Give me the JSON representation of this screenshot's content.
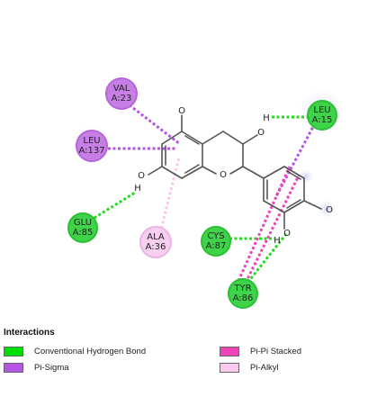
{
  "residues": [
    {
      "id": "val23",
      "name": "VAL",
      "num": "A:23",
      "fill": "#c77fe6",
      "stroke": "#b466d8"
    },
    {
      "id": "leu137",
      "name": "LEU",
      "num": "A:137",
      "fill": "#c77fe6",
      "stroke": "#b466d8"
    },
    {
      "id": "leu15",
      "name": "LEU",
      "num": "A:15",
      "fill": "#3fd34a",
      "stroke": "#2bbf35"
    },
    {
      "id": "glu85",
      "name": "GLU",
      "num": "A:85",
      "fill": "#3fd34a",
      "stroke": "#2bbf35"
    },
    {
      "id": "ala36",
      "name": "ALA",
      "num": "A:36",
      "fill": "#f7cff0",
      "stroke": "#ebb4e2"
    },
    {
      "id": "cys87",
      "name": "CYS",
      "num": "A:87",
      "fill": "#3fd34a",
      "stroke": "#2bbf35"
    },
    {
      "id": "tyr86",
      "name": "TYR",
      "num": "A:86",
      "fill": "#3fd34a",
      "stroke": "#2bbf35"
    }
  ],
  "atoms": {
    "o_top": "O",
    "o_ring": "O",
    "o_oh": "O",
    "h_oh": "H",
    "o_left": "O",
    "h_left": "H",
    "o_b1": "O",
    "h_b1": "H",
    "o_b2": "O"
  },
  "legend": {
    "title": "Interactions",
    "items": [
      {
        "label": "Conventional Hydrogen Bond",
        "color": "#00e000"
      },
      {
        "label": "Pi-Sigma",
        "color": "#b455e6"
      },
      {
        "label": "Pi-Pi Stacked",
        "color": "#ee44b8"
      },
      {
        "label": "Pi-Alkyl",
        "color": "#f8c8ee"
      }
    ]
  },
  "colors": {
    "hbond": "#22dd22",
    "pisigma": "#b455e6",
    "pipi": "#ee44b8",
    "pialkyl": "#f8c8ee",
    "bond": "#555555",
    "oxygen": "#cc0000",
    "halo": "#dfe3ff"
  }
}
